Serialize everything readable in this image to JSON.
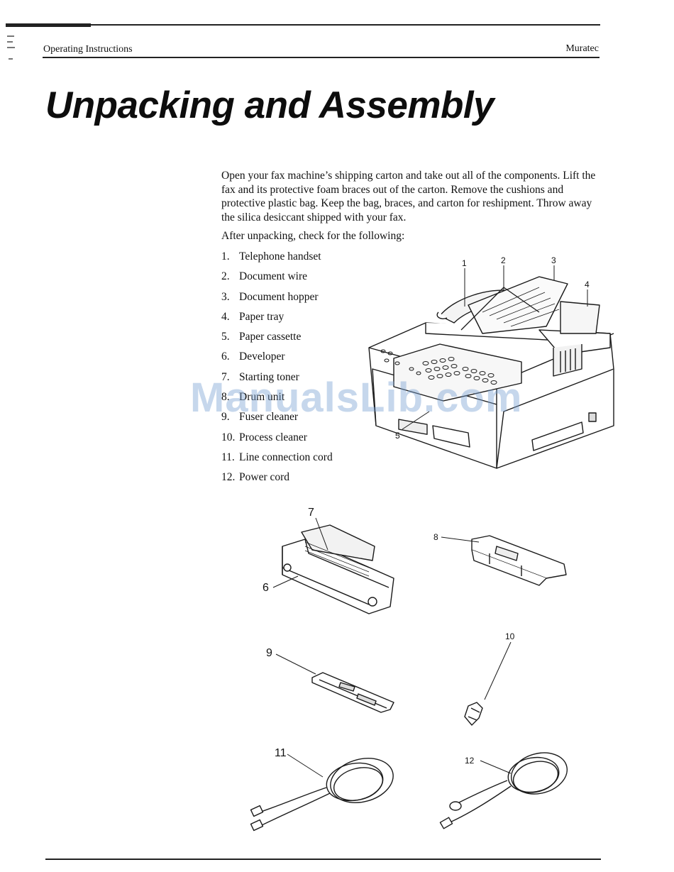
{
  "header": {
    "left": "Operating Instructions",
    "right": "Muratec"
  },
  "title": "Unpacking and Assembly",
  "intro": "Open your fax machine’s shipping carton and take out all of the components. Lift the fax and its protective foam braces out of the carton. Remove the cushions and protective plastic bag. Keep the bag, braces, and carton for reshipment. Throw away the silica desiccant shipped with your fax.",
  "check_heading": "After unpacking, check for the following:",
  "parts": [
    {
      "num": "1.",
      "label": "Telephone handset"
    },
    {
      "num": "2.",
      "label": "Document wire"
    },
    {
      "num": "3.",
      "label": "Document hopper"
    },
    {
      "num": "4.",
      "label": "Paper tray"
    },
    {
      "num": "5.",
      "label": "Paper cassette"
    },
    {
      "num": "6.",
      "label": "Developer"
    },
    {
      "num": "7.",
      "label": "Starting toner"
    },
    {
      "num": "8.",
      "label": "Drum unit"
    },
    {
      "num": "9.",
      "label": "Fuser cleaner"
    },
    {
      "num": "10.",
      "label": "Process cleaner"
    },
    {
      "num": "11.",
      "label": "Line connection cord"
    },
    {
      "num": "12.",
      "label": "Power cord"
    }
  ],
  "callouts": {
    "c1": "1",
    "c2": "2",
    "c3": "3",
    "c4": "4",
    "c5": "5",
    "c6": "6",
    "c7": "7",
    "c8": "8",
    "c9": "9",
    "c10": "10",
    "c11": "11",
    "c12": "12"
  },
  "watermark": "ManualsLib.com"
}
